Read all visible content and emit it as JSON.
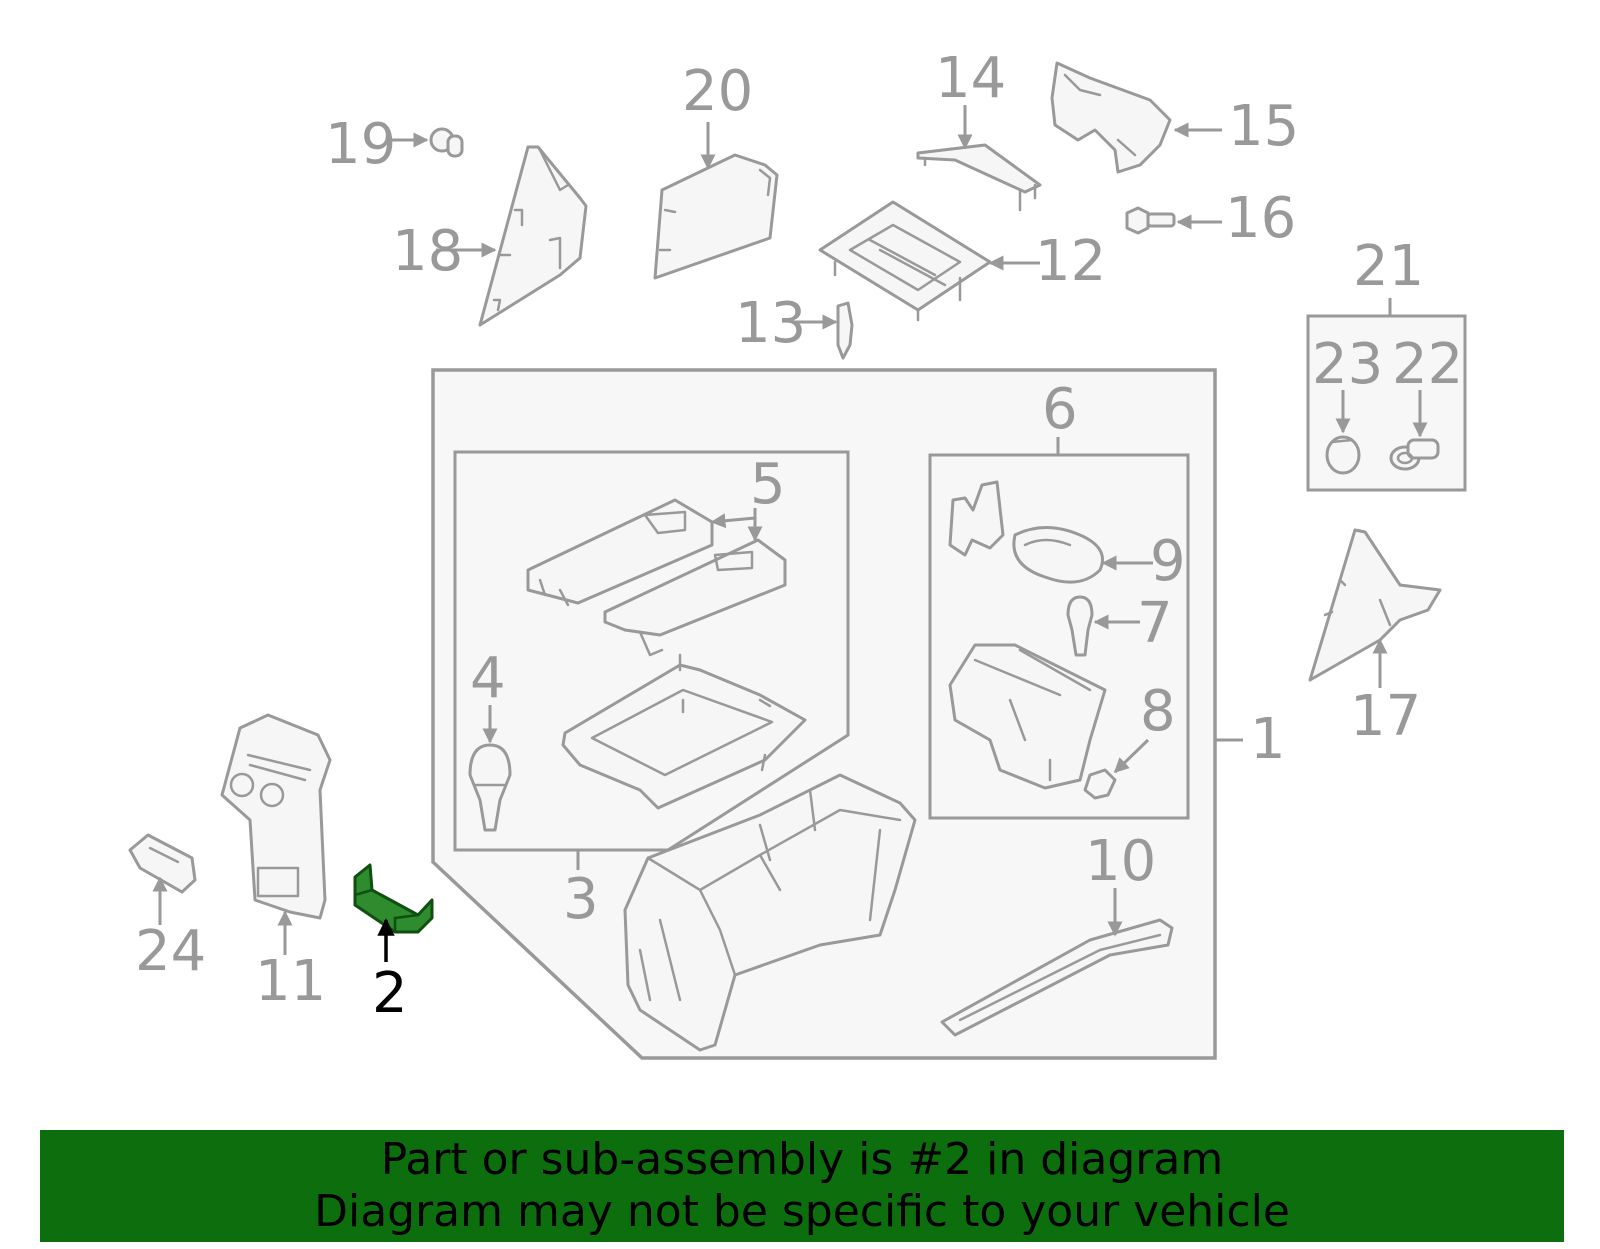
{
  "diagram": {
    "highlight_color": "#2e8b2e",
    "highlighted_part": "2",
    "callouts": {
      "c1": "1",
      "c2": "2",
      "c3": "3",
      "c4": "4",
      "c5": "5",
      "c6": "6",
      "c7": "7",
      "c8": "8",
      "c9": "9",
      "c10": "10",
      "c11": "11",
      "c12": "12",
      "c13": "13",
      "c14": "14",
      "c15": "15",
      "c16": "16",
      "c17": "17",
      "c18": "18",
      "c19": "19",
      "c20": "20",
      "c21": "21",
      "c22": "22",
      "c23": "23",
      "c24": "24"
    }
  },
  "banner": {
    "line1": "Part or sub-assembly is #2 in diagram",
    "line2": "Diagram may not be specific to your vehicle",
    "background_color": "#0d6e0d"
  }
}
